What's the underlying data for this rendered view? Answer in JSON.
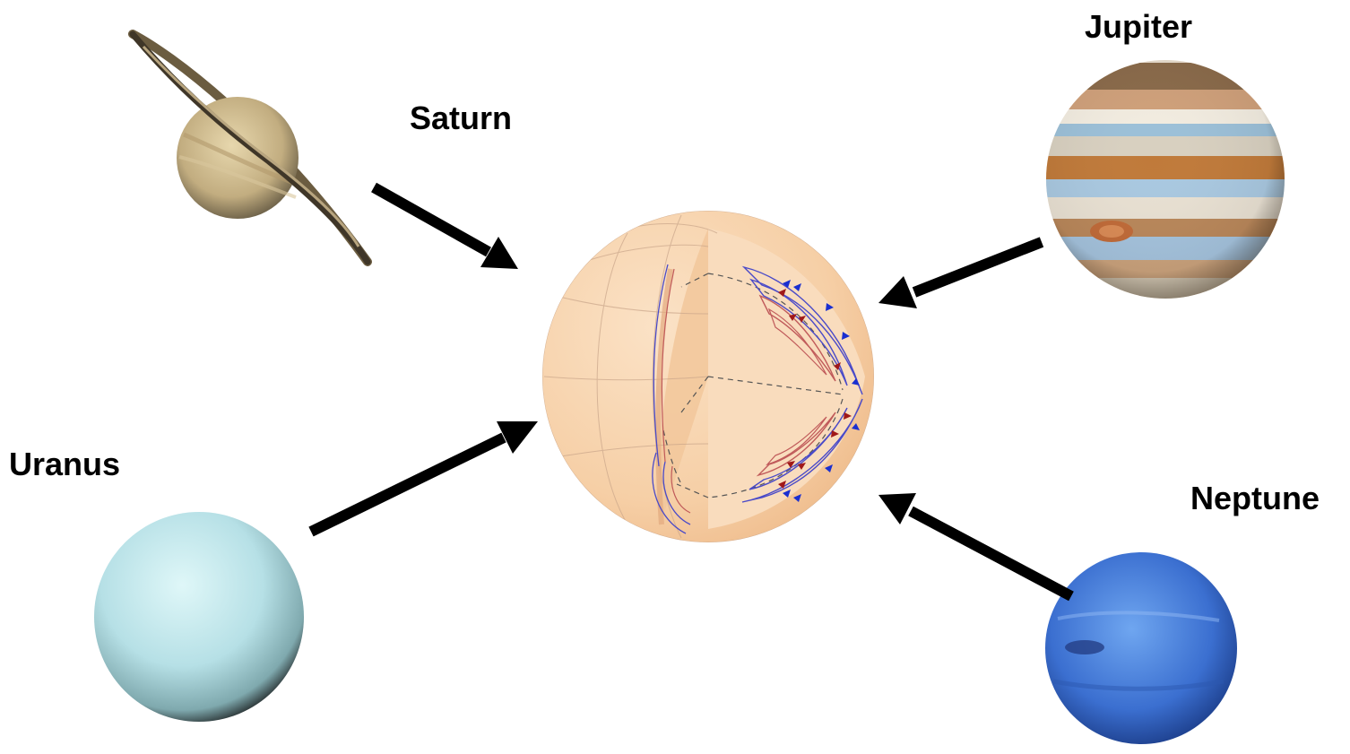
{
  "labels": {
    "saturn": "Saturn",
    "jupiter": "Jupiter",
    "uranus": "Uranus",
    "neptune": "Neptune"
  },
  "colors": {
    "arrow": "#000000",
    "central_body": "#f8d8b4",
    "central_body_dark": "#f0c49a",
    "flow_outer": "#3a3ab8",
    "flow_inner": "#c85a5a",
    "arrowhead_blue": "#1a2fd0",
    "arrowhead_red": "#a01818",
    "uranus": "#bfe7ec",
    "neptune": "#3f79d8",
    "jupiter_band": "#c9874a",
    "saturn": "#c8b48a"
  },
  "icons": {
    "saturn": "saturn-planet-image",
    "jupiter": "jupiter-planet-image",
    "uranus": "uranus-planet-image",
    "neptune": "neptune-planet-image",
    "central": "cutaway-planet-interior-diagram"
  }
}
